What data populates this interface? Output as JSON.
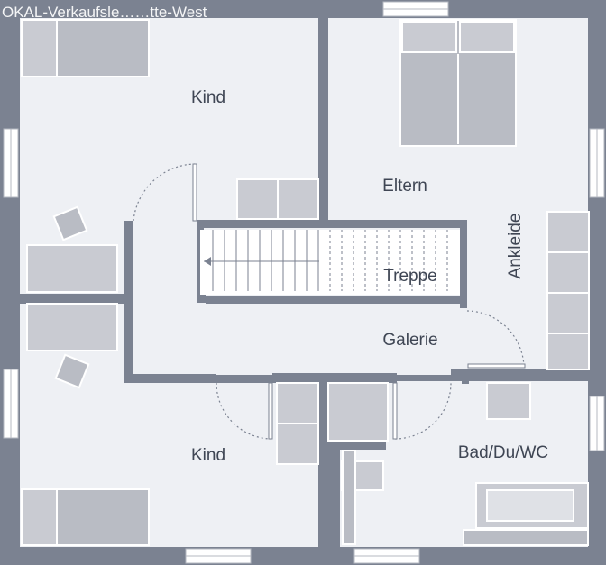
{
  "watermark": "OKAL-Verkaufsle……tte-West",
  "rooms": {
    "kind_top": "Kind",
    "eltern": "Eltern",
    "ankleide": "Ankleide",
    "treppe": "Treppe",
    "galerie": "Galerie",
    "kind_bottom": "Kind",
    "bad": "Bad/Du/WC"
  },
  "colors": {
    "wall": "#7b8291",
    "floor": "#eef0f4",
    "furniture": "#c9cbd2",
    "furniture_dark": "#b9bcc4",
    "outline": "#ffffff",
    "text": "#3f4654"
  }
}
